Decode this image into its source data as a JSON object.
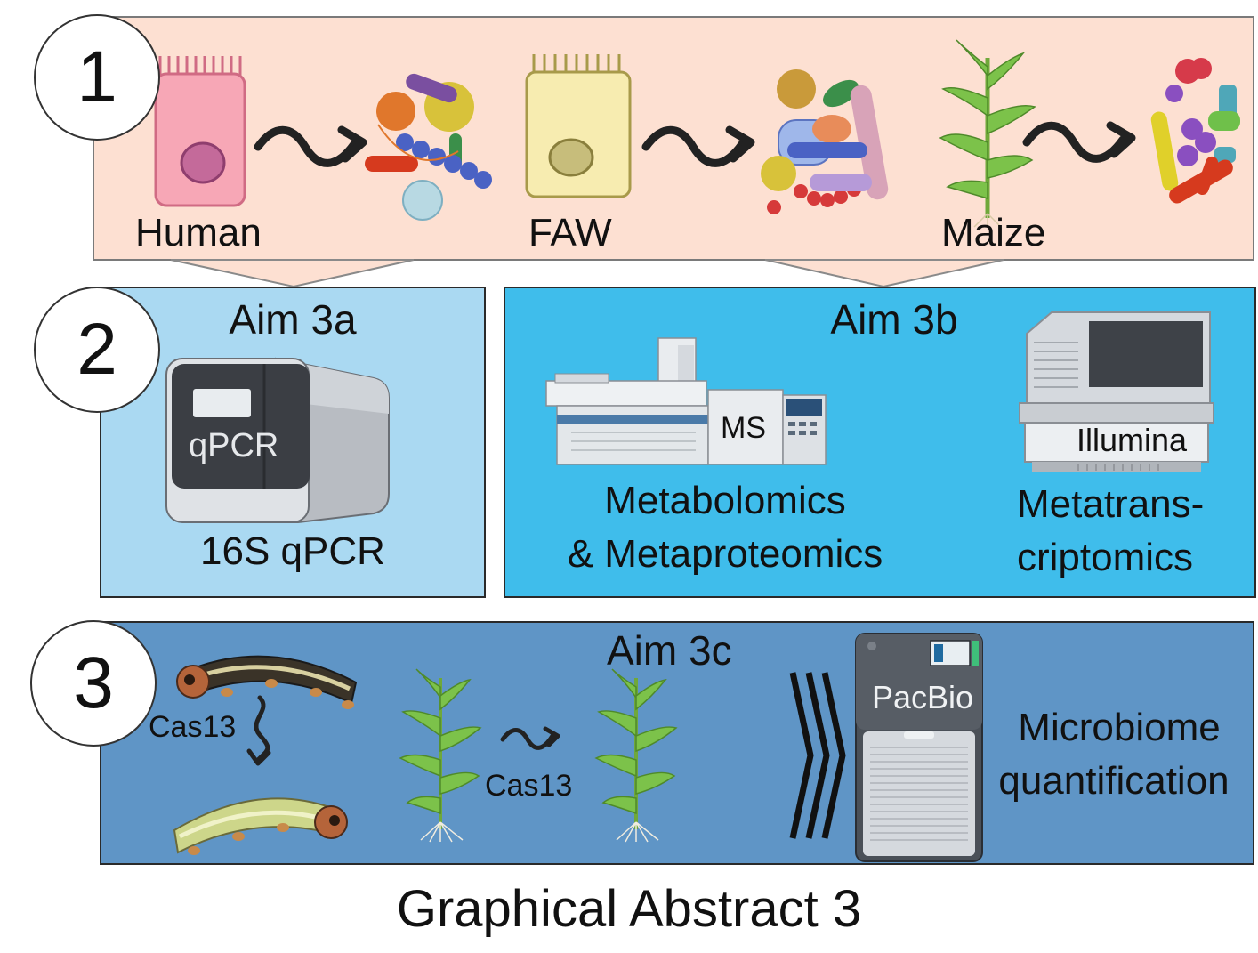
{
  "steps": [
    "1",
    "2",
    "3"
  ],
  "panel1": {
    "labels": {
      "human": "Human",
      "faw": "FAW",
      "maize": "Maize"
    },
    "colors": {
      "bg": "#fde0d2"
    }
  },
  "panel2a": {
    "title": "Aim 3a",
    "instrument_label": "qPCR",
    "caption": "16S qPCR",
    "colors": {
      "bg": "#aad9f2"
    }
  },
  "panel2b": {
    "title": "Aim 3b",
    "ms_label": "MS",
    "illumina_label": "Illumina",
    "caption_left": [
      "Metabolomics",
      "& Metaproteomics"
    ],
    "caption_right": [
      "Metatrans-",
      "criptomics"
    ],
    "colors": {
      "bg": "#3fbdeb"
    }
  },
  "panel3": {
    "title": "Aim 3c",
    "cas13_worm": "Cas13",
    "cas13_plant": "Cas13",
    "pacbio_label": "PacBio",
    "caption": [
      "Microbiome",
      "quantification"
    ],
    "colors": {
      "bg": "#5f95c6"
    }
  },
  "footer": {
    "title": "Graphical Abstract 3"
  },
  "icons": [
    "human-cell-icon",
    "faw-cell-icon",
    "maize-plant-icon",
    "microbe-cluster-icon",
    "squiggle-arrow-icon",
    "qpcr-machine-icon",
    "mass-spectrometer-icon",
    "illumina-sequencer-icon",
    "caterpillar-icon",
    "pacbio-sequencer-icon",
    "chevron-icon"
  ]
}
